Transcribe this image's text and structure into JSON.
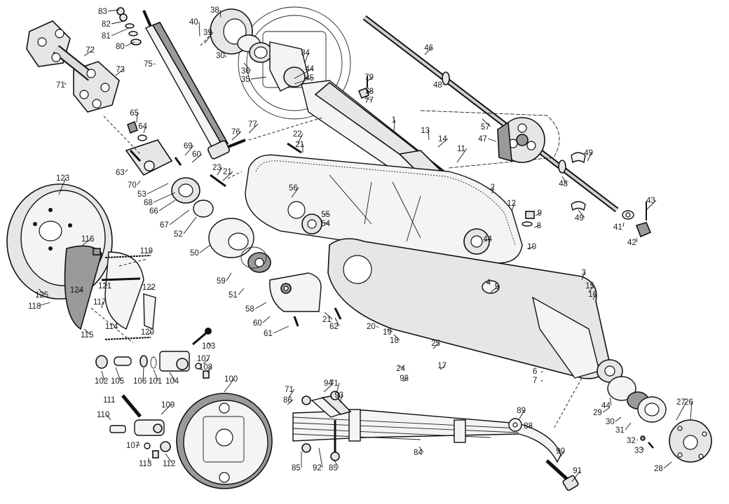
{
  "diagram": {
    "type": "exploded-parts-diagram",
    "subject": "swinging arm rear suspension, chain drive and brake assembly",
    "labels": [
      {
        "n": "83"
      },
      {
        "n": "82"
      },
      {
        "n": "81"
      },
      {
        "n": "80"
      },
      {
        "n": "72"
      },
      {
        "n": "73"
      },
      {
        "n": "71"
      },
      {
        "n": "75"
      },
      {
        "n": "38"
      },
      {
        "n": "40"
      },
      {
        "n": "39"
      },
      {
        "n": "30"
      },
      {
        "n": "36"
      },
      {
        "n": "35"
      },
      {
        "n": "34"
      },
      {
        "n": "44"
      },
      {
        "n": "45"
      },
      {
        "n": "79"
      },
      {
        "n": "78"
      },
      {
        "n": "77"
      },
      {
        "n": "46"
      },
      {
        "n": "48"
      },
      {
        "n": "57"
      },
      {
        "n": "47"
      },
      {
        "n": "49"
      },
      {
        "n": "48"
      },
      {
        "n": "49"
      },
      {
        "n": "43"
      },
      {
        "n": "41"
      },
      {
        "n": "42"
      },
      {
        "n": "13"
      },
      {
        "n": "14"
      },
      {
        "n": "11"
      },
      {
        "n": "2"
      },
      {
        "n": "12"
      },
      {
        "n": "9"
      },
      {
        "n": "8"
      },
      {
        "n": "10"
      },
      {
        "n": "44"
      },
      {
        "n": "1"
      },
      {
        "n": "65"
      },
      {
        "n": "64"
      },
      {
        "n": "76"
      },
      {
        "n": "77"
      },
      {
        "n": "22"
      },
      {
        "n": "21"
      },
      {
        "n": "69"
      },
      {
        "n": "60"
      },
      {
        "n": "23"
      },
      {
        "n": "21"
      },
      {
        "n": "63"
      },
      {
        "n": "70"
      },
      {
        "n": "53"
      },
      {
        "n": "68"
      },
      {
        "n": "66"
      },
      {
        "n": "67"
      },
      {
        "n": "52"
      },
      {
        "n": "50"
      },
      {
        "n": "56"
      },
      {
        "n": "55"
      },
      {
        "n": "54"
      },
      {
        "n": "59"
      },
      {
        "n": "51"
      },
      {
        "n": "58"
      },
      {
        "n": "60"
      },
      {
        "n": "61"
      },
      {
        "n": "21"
      },
      {
        "n": "62"
      },
      {
        "n": "123"
      },
      {
        "n": "116"
      },
      {
        "n": "119"
      },
      {
        "n": "121"
      },
      {
        "n": "122"
      },
      {
        "n": "124"
      },
      {
        "n": "125"
      },
      {
        "n": "118"
      },
      {
        "n": "117"
      },
      {
        "n": "114"
      },
      {
        "n": "115"
      },
      {
        "n": "120"
      },
      {
        "n": "3"
      },
      {
        "n": "15"
      },
      {
        "n": "16"
      },
      {
        "n": "4"
      },
      {
        "n": "5"
      },
      {
        "n": "20"
      },
      {
        "n": "19"
      },
      {
        "n": "18"
      },
      {
        "n": "25"
      },
      {
        "n": "24"
      },
      {
        "n": "17"
      },
      {
        "n": "98"
      },
      {
        "n": "6"
      },
      {
        "n": "7"
      },
      {
        "n": "103"
      },
      {
        "n": "107"
      },
      {
        "n": "108"
      },
      {
        "n": "102"
      },
      {
        "n": "105"
      },
      {
        "n": "106"
      },
      {
        "n": "101"
      },
      {
        "n": "104"
      },
      {
        "n": "100"
      },
      {
        "n": "111"
      },
      {
        "n": "109"
      },
      {
        "n": "110"
      },
      {
        "n": "107"
      },
      {
        "n": "113"
      },
      {
        "n": "112"
      },
      {
        "n": "71"
      },
      {
        "n": "94"
      },
      {
        "n": "71"
      },
      {
        "n": "86"
      },
      {
        "n": "93"
      },
      {
        "n": "89"
      },
      {
        "n": "88"
      },
      {
        "n": "84"
      },
      {
        "n": "85"
      },
      {
        "n": "92"
      },
      {
        "n": "85"
      },
      {
        "n": "90"
      },
      {
        "n": "91"
      },
      {
        "n": "44"
      },
      {
        "n": "29"
      },
      {
        "n": "30"
      },
      {
        "n": "31"
      },
      {
        "n": "27"
      },
      {
        "n": "26"
      },
      {
        "n": "32"
      },
      {
        "n": "33"
      },
      {
        "n": "28"
      }
    ]
  }
}
